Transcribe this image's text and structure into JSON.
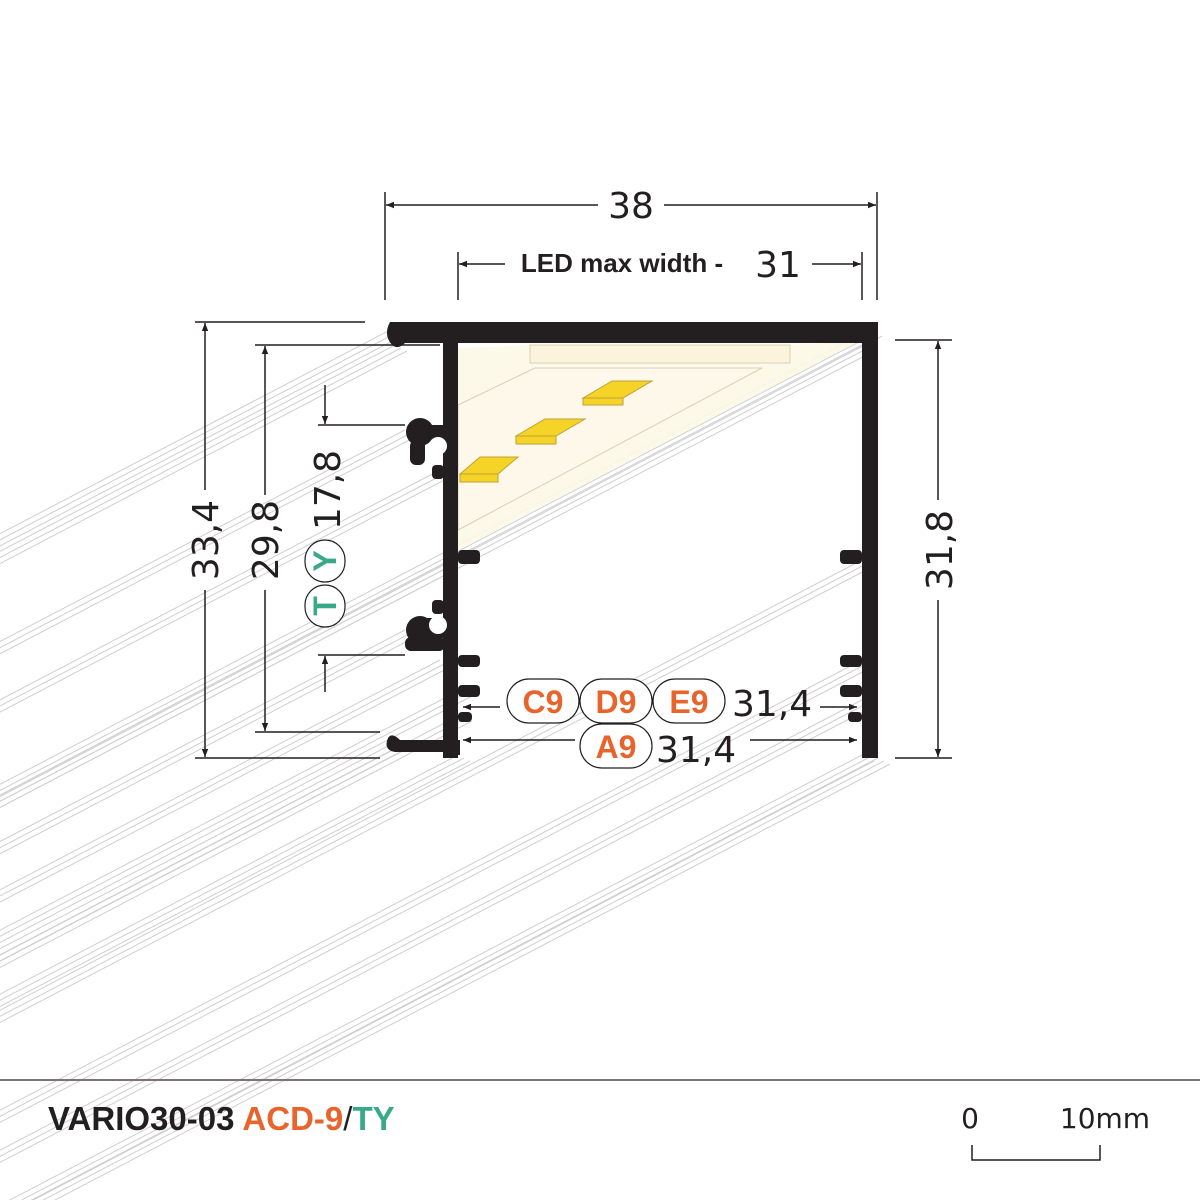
{
  "colors": {
    "profile": "#231f20",
    "accent": "#e8642c",
    "teal": "#3aa98a",
    "hatch": "#c9c9c9",
    "led": "#f5d327",
    "diffuser": "#fdf8e6"
  },
  "dimensions": {
    "width_total": "38",
    "led_max_width": "LED max width -",
    "led_max_width_value": "31",
    "height_left_outer": "33,4",
    "height_left_inner": "29,8",
    "height_ty": "17,8",
    "height_right": "31,8",
    "inner_width_cde": "31,4",
    "inner_width_a": "31,4"
  },
  "badges": {
    "t": "T",
    "y": "Y",
    "c9": "C9",
    "d9": "D9",
    "e9": "E9",
    "a9": "A9"
  },
  "footer": {
    "model": "VARIO30-03",
    "variant": "ACD-9",
    "sep": "/",
    "suffix": "TY"
  },
  "scale_bar": {
    "start": "0",
    "end": "10mm"
  }
}
